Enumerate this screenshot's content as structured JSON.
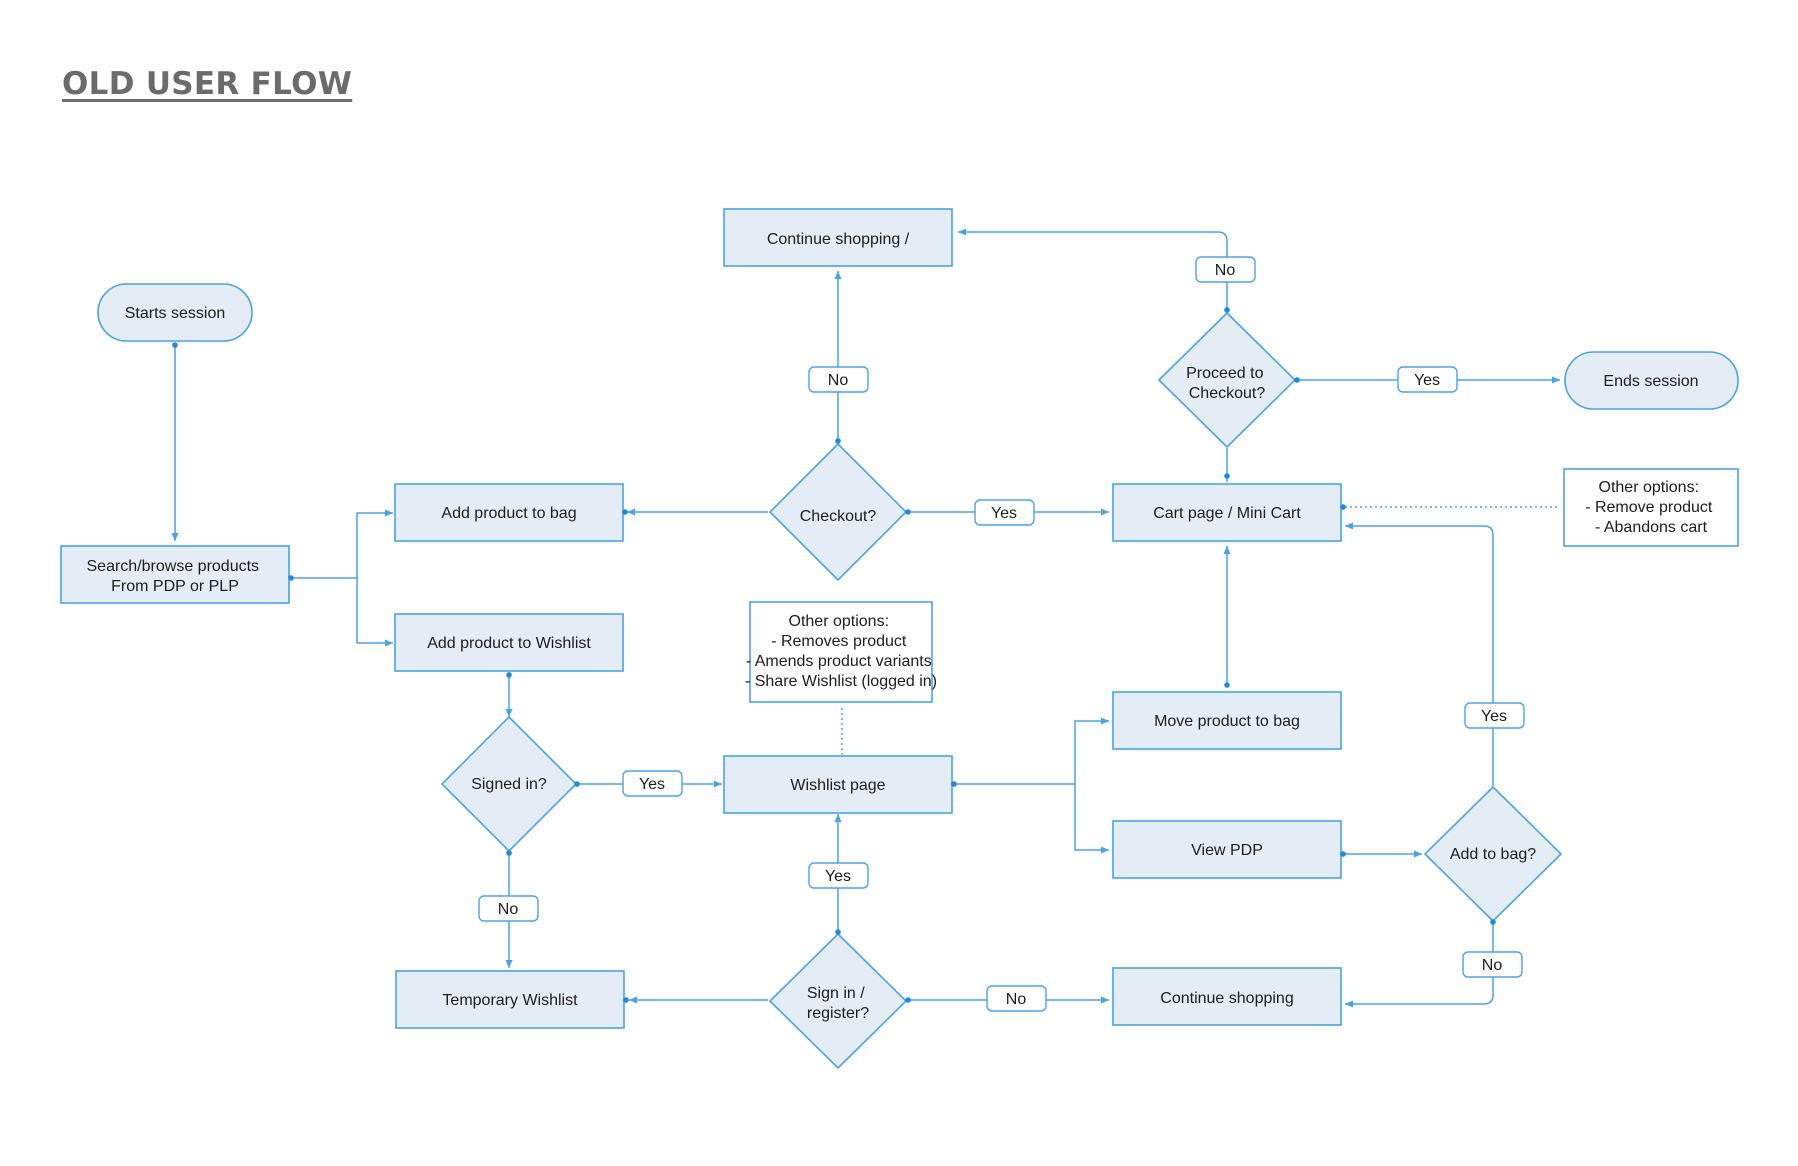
{
  "title": "OLD USER FLOW",
  "colors": {
    "stroke": "#4aa3e8",
    "fill": "#e4edf6",
    "dot": "#1e88e5",
    "title": "#6b6b6b"
  },
  "nodes": {
    "starts_session": "Starts session",
    "search_browse": [
      "Search/browse products",
      "From PDP or PLP"
    ],
    "add_to_bag": "Add product to bag",
    "add_to_wishlist": "Add product to Wishlist",
    "continue_shopping_top": "Continue shopping /",
    "checkout": "Checkout?",
    "proceed_to_checkout": [
      "Proceed to",
      "Checkout?"
    ],
    "ends_session": "Ends session",
    "cart_page": "Cart page / Mini Cart",
    "cart_other_options": [
      "Other options:",
      "- Remove product",
      "- Abandons cart"
    ],
    "wishlist_other_options": [
      "Other options:",
      "- Removes product",
      "- Amends product variants",
      "- Share Wishlist (logged in)"
    ],
    "signed_in": "Signed in?",
    "wishlist_page": "Wishlist page",
    "move_to_bag": "Move product to bag",
    "view_pdp": "View PDP",
    "add_to_bag_q": "Add to bag?",
    "temporary_wishlist": "Temporary Wishlist",
    "sign_in_register": [
      "Sign in /",
      "register?"
    ],
    "continue_shopping_bottom": "Continue shopping"
  },
  "edge_labels": {
    "checkout_no": "No",
    "checkout_yes": "Yes",
    "proceed_no": "No",
    "proceed_yes": "Yes",
    "signed_in_yes": "Yes",
    "signed_in_no": "No",
    "sign_in_yes": "Yes",
    "sign_in_no": "No",
    "add_bag_yes": "Yes",
    "add_bag_no": "No"
  }
}
